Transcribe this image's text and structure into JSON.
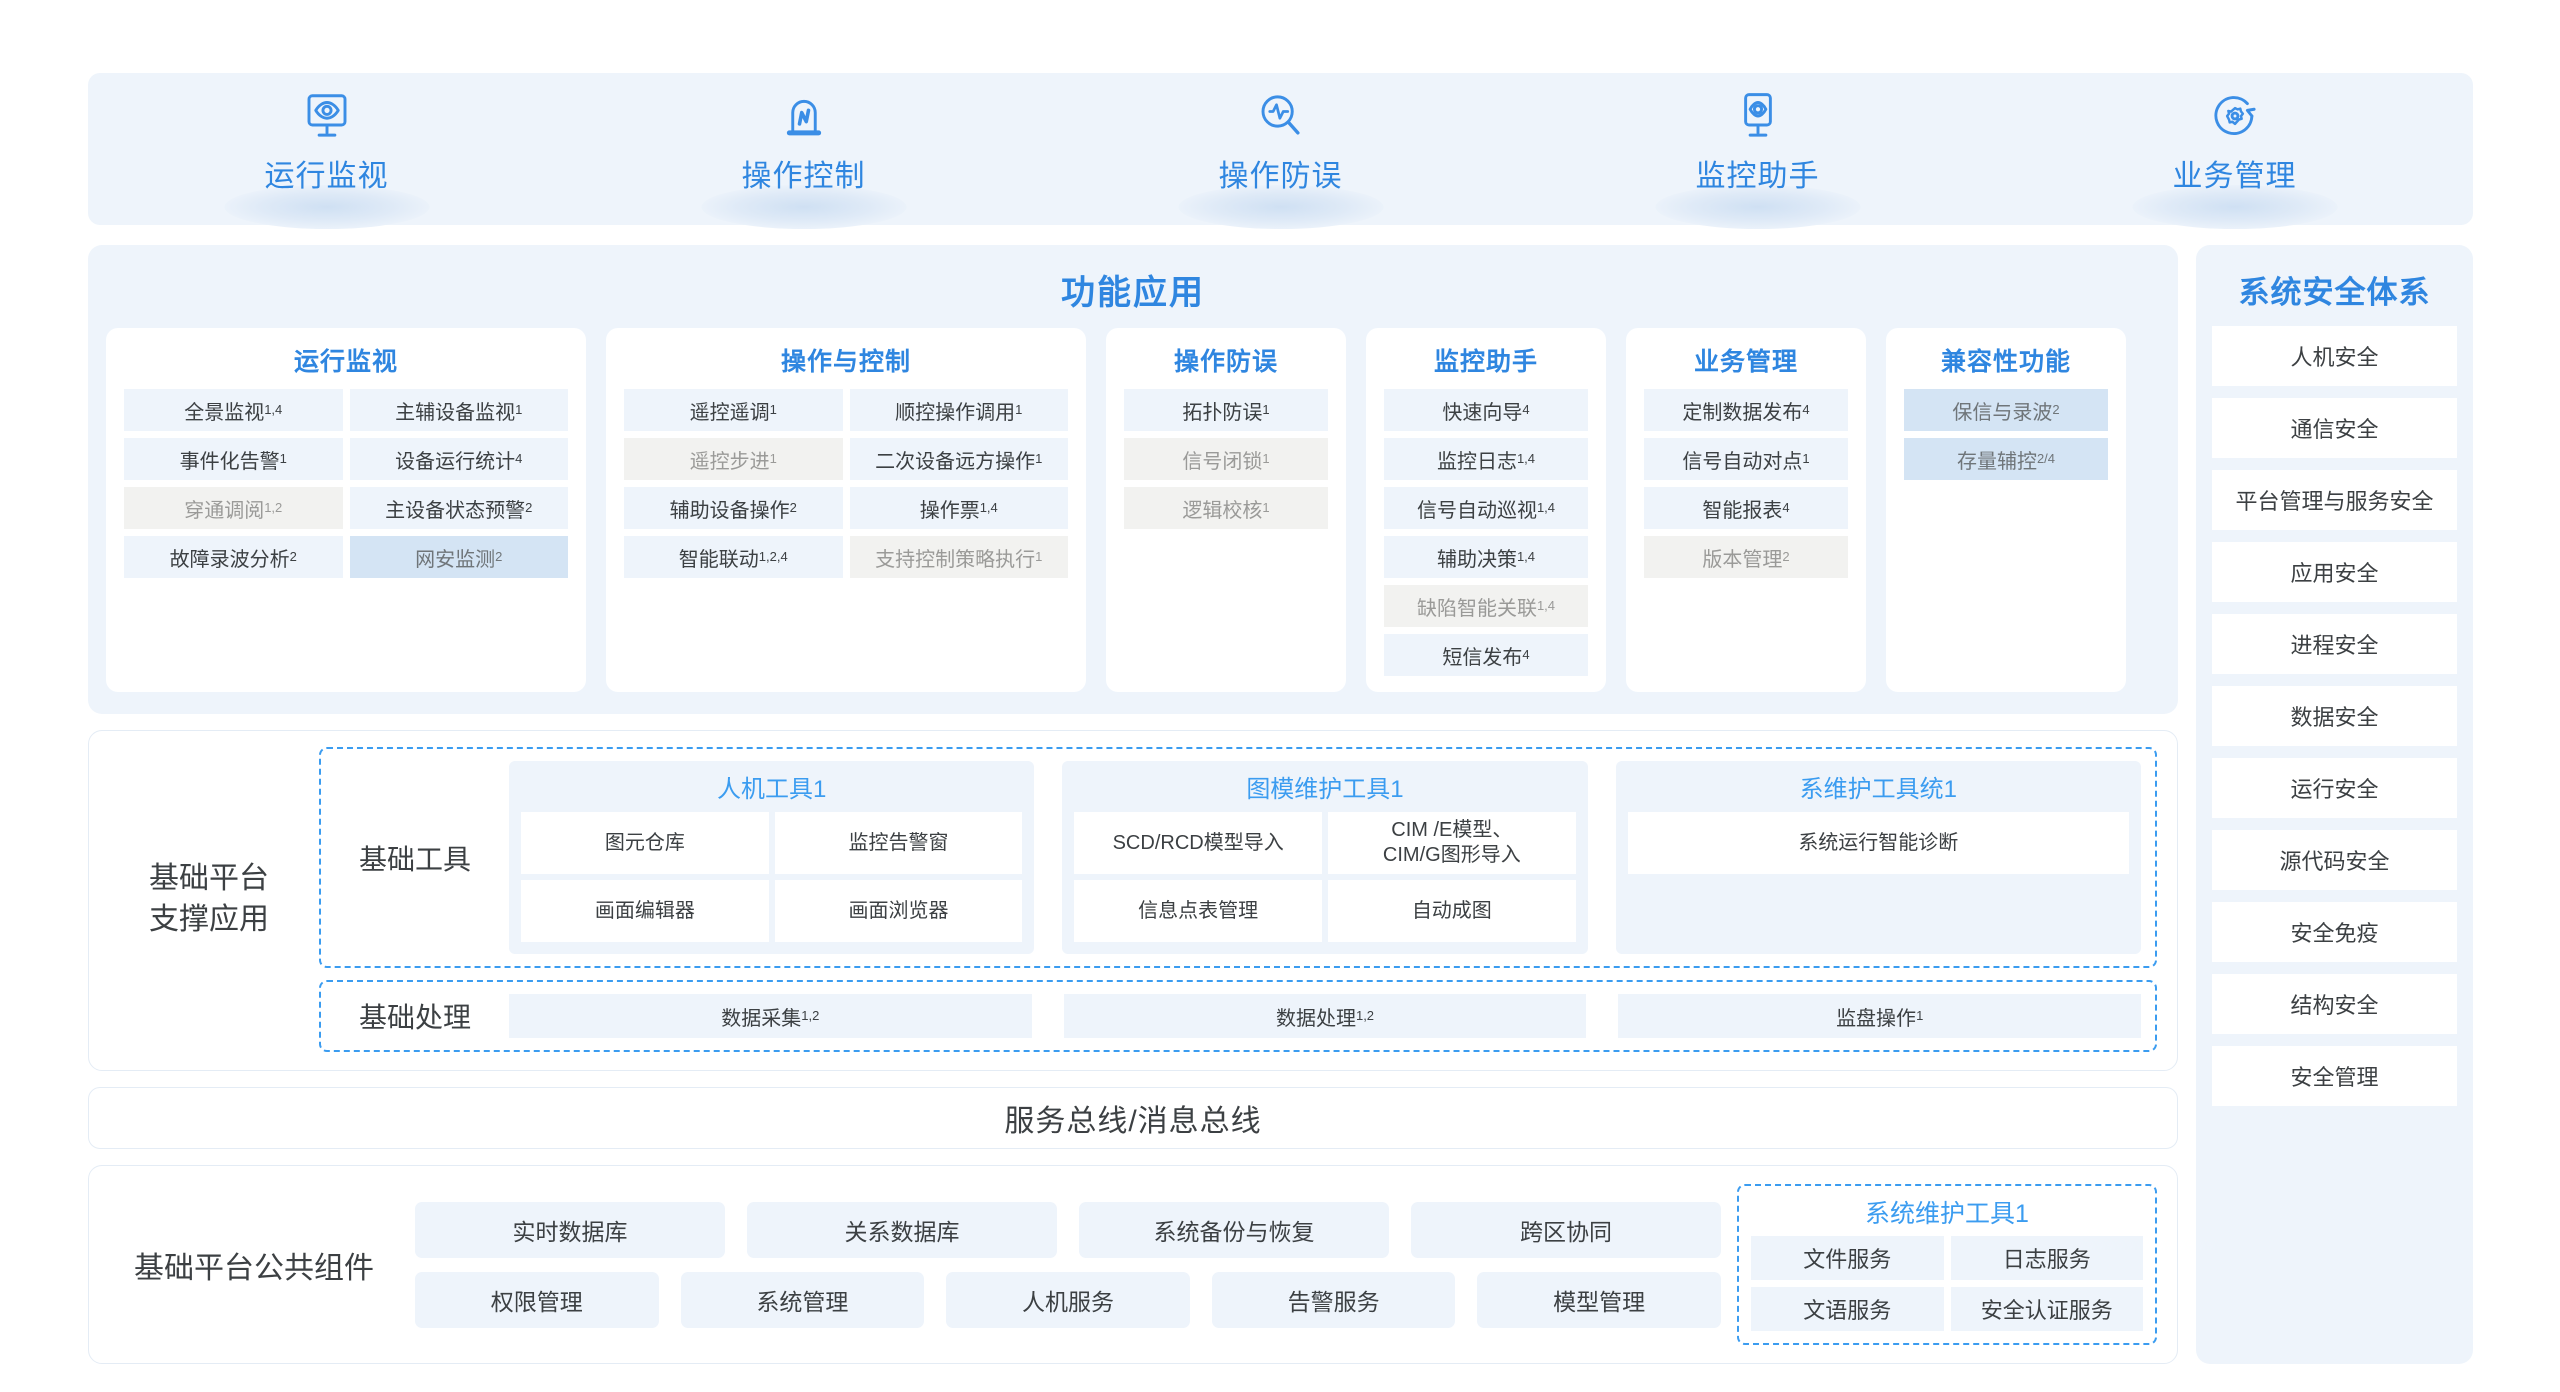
{
  "banner": {
    "items": [
      {
        "label": "运行监视",
        "icon": "monitor-eye-icon"
      },
      {
        "label": "操作控制",
        "icon": "control-lamp-icon"
      },
      {
        "label": "操作防误",
        "icon": "waveform-magnifier-icon"
      },
      {
        "label": "监控助手",
        "icon": "mobile-eye-icon"
      },
      {
        "label": "业务管理",
        "icon": "gear-circle-icon"
      }
    ]
  },
  "functional": {
    "title": "功能应用",
    "cards": [
      {
        "title": "运行监视",
        "columns": 2,
        "items": [
          {
            "label": "全景监视",
            "sup": "1,4",
            "style": "blue"
          },
          {
            "label": "主辅设备监视",
            "sup": "1",
            "style": "blue"
          },
          {
            "label": "事件化告警",
            "sup": "1",
            "style": "blue"
          },
          {
            "label": "设备运行统计",
            "sup": "4",
            "style": "blue"
          },
          {
            "label": "穿通调阅",
            "sup": "1,2",
            "style": "gray"
          },
          {
            "label": "主设备状态预警",
            "sup": "2",
            "style": "blue"
          },
          {
            "label": "故障录波分析",
            "sup": "2",
            "style": "blue"
          },
          {
            "label": "网安监测",
            "sup": "2",
            "style": "deep"
          }
        ]
      },
      {
        "title": "操作与控制",
        "columns": 2,
        "items": [
          {
            "label": "遥控遥调",
            "sup": "1",
            "style": "blue"
          },
          {
            "label": "顺控操作调用",
            "sup": "1",
            "style": "blue"
          },
          {
            "label": "遥控步进",
            "sup": "1",
            "style": "gray"
          },
          {
            "label": "二次设备远方操作",
            "sup": "1",
            "style": "blue"
          },
          {
            "label": "辅助设备操作",
            "sup": "2",
            "style": "blue"
          },
          {
            "label": "操作票",
            "sup": "1,4",
            "style": "blue"
          },
          {
            "label": "智能联动",
            "sup": "1,2,4",
            "style": "blue"
          },
          {
            "label": "支持控制策略执行",
            "sup": "1",
            "style": "gray"
          }
        ]
      },
      {
        "title": "操作防误",
        "columns": 1,
        "items": [
          {
            "label": "拓扑防误",
            "sup": "1",
            "style": "blue"
          },
          {
            "label": "信号闭锁",
            "sup": "1",
            "style": "gray"
          },
          {
            "label": "逻辑校核",
            "sup": "1",
            "style": "gray"
          }
        ]
      },
      {
        "title": "监控助手",
        "columns": 1,
        "items": [
          {
            "label": "快速向导",
            "sup": "4",
            "style": "blue"
          },
          {
            "label": "监控日志",
            "sup": "1,4",
            "style": "blue"
          },
          {
            "label": "信号自动巡视",
            "sup": "1,4",
            "style": "blue"
          },
          {
            "label": "辅助决策",
            "sup": "1,4",
            "style": "blue"
          },
          {
            "label": "缺陷智能关联",
            "sup": "1,4",
            "style": "gray"
          },
          {
            "label": "短信发布",
            "sup": "4",
            "style": "blue"
          }
        ]
      },
      {
        "title": "业务管理",
        "columns": 1,
        "items": [
          {
            "label": "定制数据发布",
            "sup": "4",
            "style": "blue"
          },
          {
            "label": "信号自动对点",
            "sup": "1",
            "style": "blue"
          },
          {
            "label": "智能报表",
            "sup": "4",
            "style": "blue"
          },
          {
            "label": "版本管理",
            "sup": "2",
            "style": "gray"
          }
        ]
      },
      {
        "title": "兼容性功能",
        "columns": 1,
        "items": [
          {
            "label": "保信与录波",
            "sup": "2",
            "style": "deep"
          },
          {
            "label": "存量辅控",
            "sup": "2/4",
            "style": "deep"
          }
        ]
      }
    ]
  },
  "platform": {
    "label_line1": "基础平台",
    "label_line2": "支撑应用",
    "tools_row": {
      "label": "基础工具",
      "groups": [
        {
          "title": "人机工具1",
          "columns": 2,
          "cells": [
            "图元仓库",
            "监控告警窗",
            "画面编辑器",
            "画面浏览器"
          ]
        },
        {
          "title": "图模维护工具1",
          "columns": 2,
          "cells": [
            "SCD/RCD模型导入",
            "CIM /E模型、\nCIM/G图形导入",
            "信息点表管理",
            "自动成图"
          ]
        },
        {
          "title": "系维护工具统1",
          "columns": 1,
          "cells": [
            "系统运行智能诊断"
          ]
        }
      ]
    },
    "process_row": {
      "label": "基础处理",
      "items": [
        {
          "label": "数据采集",
          "sup": "1,2"
        },
        {
          "label": "数据处理",
          "sup": "1,2"
        },
        {
          "label": "监盘操作",
          "sup": "1"
        }
      ]
    }
  },
  "bus": {
    "label": "服务总线/消息总线"
  },
  "components": {
    "label": "基础平台公共组件",
    "row1": [
      "实时数据库",
      "关系数据库",
      "系统备份与恢复",
      "跨区协同"
    ],
    "row2": [
      "权限管理",
      "系统管理",
      "人机服务",
      "告警服务",
      "模型管理"
    ],
    "sysmaint": {
      "title": "系统维护工具1",
      "cells": [
        "文件服务",
        "日志服务",
        "文语服务",
        "安全认证服务"
      ]
    }
  },
  "security": {
    "title": "系统安全体系",
    "items": [
      "人机安全",
      "通信安全",
      "平台管理与服务安全",
      "应用安全",
      "进程安全",
      "数据安全",
      "运行安全",
      "源代码安全",
      "安全免疫",
      "结构安全",
      "安全管理"
    ]
  },
  "colors": {
    "accent": "#2f86e0",
    "accent_light": "#3b9cf0",
    "panel_bg": "#eef4fb",
    "chip_gray": "#f2f2f0",
    "chip_deep": "#d4e4f4",
    "text": "#3c4043"
  }
}
